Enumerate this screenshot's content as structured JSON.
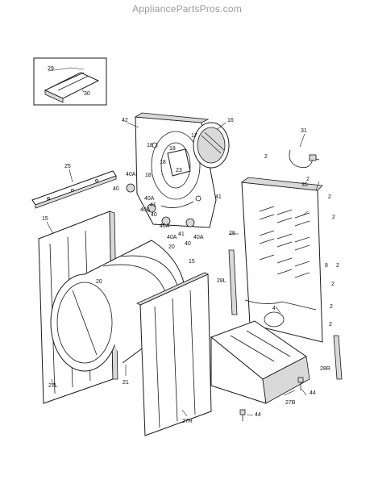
{
  "site": {
    "title": "AppliancePartsPros.com"
  },
  "callouts": [
    {
      "id": "c29",
      "label": "29"
    },
    {
      "id": "c30",
      "label": "30"
    },
    {
      "id": "c42",
      "label": "42"
    },
    {
      "id": "c16",
      "label": "16"
    },
    {
      "id": "c17",
      "label": "17"
    },
    {
      "id": "c18a",
      "label": "18"
    },
    {
      "id": "c18b",
      "label": "18"
    },
    {
      "id": "c18c",
      "label": "18"
    },
    {
      "id": "c18d",
      "label": "18"
    },
    {
      "id": "c23",
      "label": "23"
    },
    {
      "id": "c31",
      "label": "31"
    },
    {
      "id": "c2a",
      "label": "2"
    },
    {
      "id": "c2b",
      "label": "2"
    },
    {
      "id": "c2c",
      "label": "2"
    },
    {
      "id": "c2d",
      "label": "2"
    },
    {
      "id": "c2e",
      "label": "2"
    },
    {
      "id": "c2f",
      "label": "2"
    },
    {
      "id": "c2g",
      "label": "2"
    },
    {
      "id": "c2h",
      "label": "2"
    },
    {
      "id": "c25",
      "label": "25"
    },
    {
      "id": "c40a",
      "label": "40A"
    },
    {
      "id": "c40b",
      "label": "40"
    },
    {
      "id": "c40c",
      "label": "40A"
    },
    {
      "id": "c40d",
      "label": "40"
    },
    {
      "id": "c40e",
      "label": "40A"
    },
    {
      "id": "c40f",
      "label": "40A"
    },
    {
      "id": "c40g",
      "label": "40"
    },
    {
      "id": "c40h",
      "label": "40A"
    },
    {
      "id": "c40i",
      "label": "40A"
    },
    {
      "id": "c41a",
      "label": "41"
    },
    {
      "id": "c41b",
      "label": "41"
    },
    {
      "id": "c41c",
      "label": "41"
    },
    {
      "id": "c35",
      "label": "35"
    },
    {
      "id": "c28",
      "label": "28"
    },
    {
      "id": "c8",
      "label": "8"
    },
    {
      "id": "c15a",
      "label": "15"
    },
    {
      "id": "c15b",
      "label": "15"
    },
    {
      "id": "c20a",
      "label": "20"
    },
    {
      "id": "c20b",
      "label": "20"
    },
    {
      "id": "c28l",
      "label": "28L"
    },
    {
      "id": "c4",
      "label": "4"
    },
    {
      "id": "c21",
      "label": "21"
    },
    {
      "id": "c27l",
      "label": "27L"
    },
    {
      "id": "c28r",
      "label": "28R"
    },
    {
      "id": "c44a",
      "label": "44"
    },
    {
      "id": "c27b",
      "label": "27B"
    },
    {
      "id": "c44b",
      "label": "44"
    },
    {
      "id": "c27r",
      "label": "27R"
    }
  ]
}
